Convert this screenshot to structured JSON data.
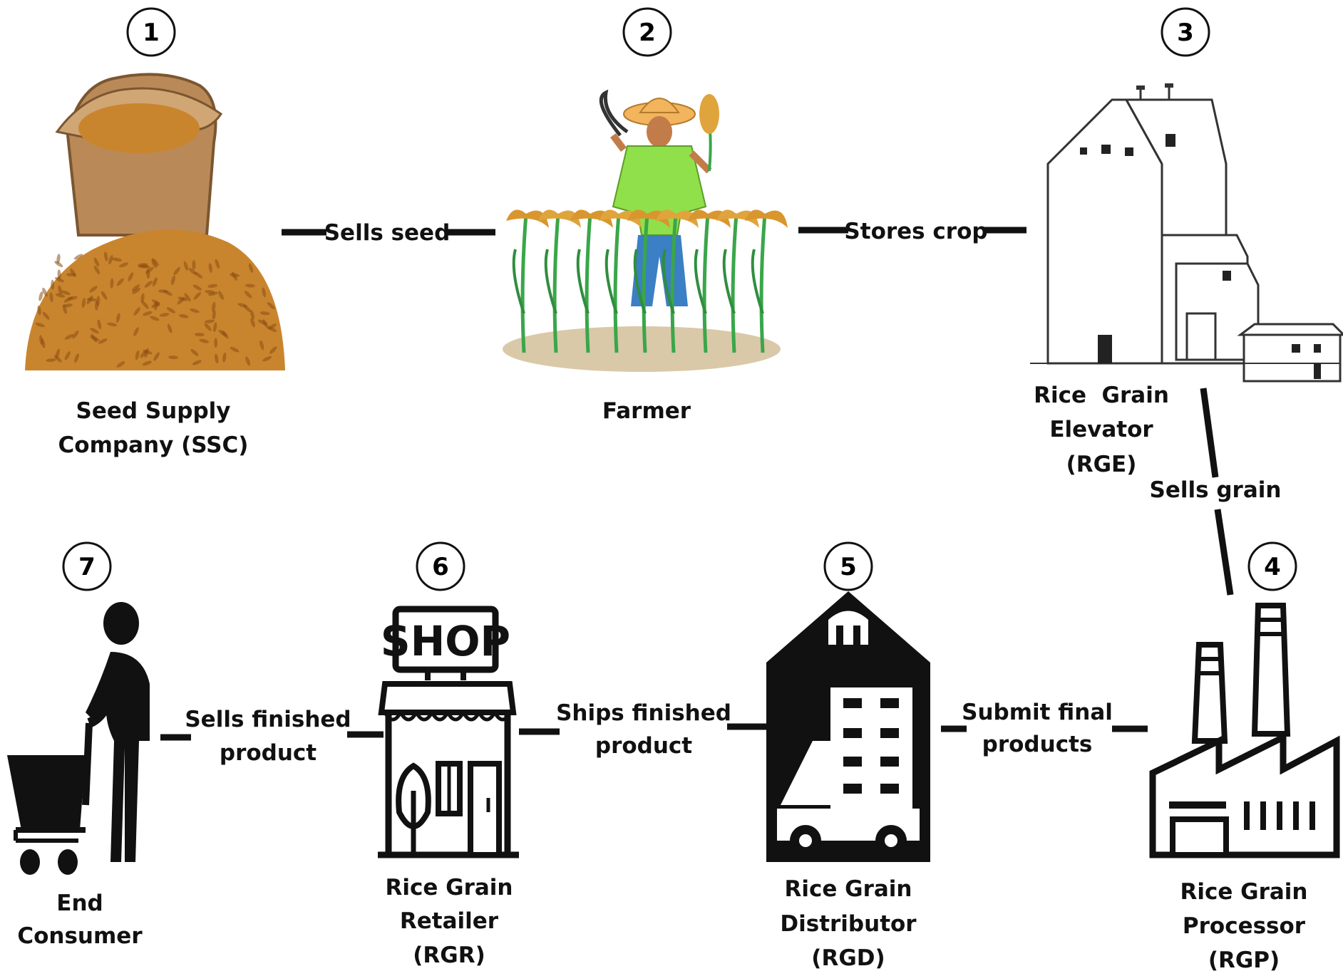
{
  "nodes": [
    {
      "id": "ssc",
      "number": "1",
      "label_lines": [
        "Seed Supply",
        "Company (SSC)"
      ],
      "icon": "rice-sack-icon"
    },
    {
      "id": "farmer",
      "number": "2",
      "label_lines": [
        "Farmer"
      ],
      "icon": "farmer-icon"
    },
    {
      "id": "rge",
      "number": "3",
      "label_lines": [
        "Rice  Grain",
        "Elevator",
        "(RGE)"
      ],
      "icon": "grain-elevator-icon"
    },
    {
      "id": "rgp",
      "number": "4",
      "label_lines": [
        "Rice Grain",
        "Processor",
        "(RGP)"
      ],
      "icon": "factory-icon"
    },
    {
      "id": "rgd",
      "number": "5",
      "label_lines": [
        "Rice Grain",
        "Distributor",
        "(RGD)"
      ],
      "icon": "warehouse-truck-icon"
    },
    {
      "id": "rgr",
      "number": "6",
      "label_lines": [
        "Rice Grain",
        "Retailer",
        "(RGR)"
      ],
      "icon": "shop-icon"
    },
    {
      "id": "consumer",
      "number": "7",
      "label_lines": [
        "End",
        "Consumer"
      ],
      "icon": "shopping-cart-person-icon"
    }
  ],
  "shop_sign": "SHOP",
  "edges": [
    {
      "from": "ssc",
      "to": "farmer",
      "label_lines": [
        "Sells seed"
      ]
    },
    {
      "from": "farmer",
      "to": "rge",
      "label_lines": [
        "Stores crop"
      ]
    },
    {
      "from": "rge",
      "to": "rgp",
      "label_lines": [
        "Sells grain"
      ]
    },
    {
      "from": "rgp",
      "to": "rgd",
      "label_lines": [
        "Submit final",
        "products"
      ]
    },
    {
      "from": "rgd",
      "to": "rgr",
      "label_lines": [
        "Ships finished",
        "product"
      ]
    },
    {
      "from": "rgr",
      "to": "consumer",
      "label_lines": [
        "Sells finished",
        "product"
      ]
    }
  ],
  "colors": {
    "line": "#111111",
    "grain": "#c9852e",
    "grain_dark": "#8a4f14",
    "sack": "#b98a58",
    "leaf": "#3aa64a",
    "shirt": "#8fe04a",
    "hat": "#f2b45c",
    "pants": "#3b7fc4"
  }
}
